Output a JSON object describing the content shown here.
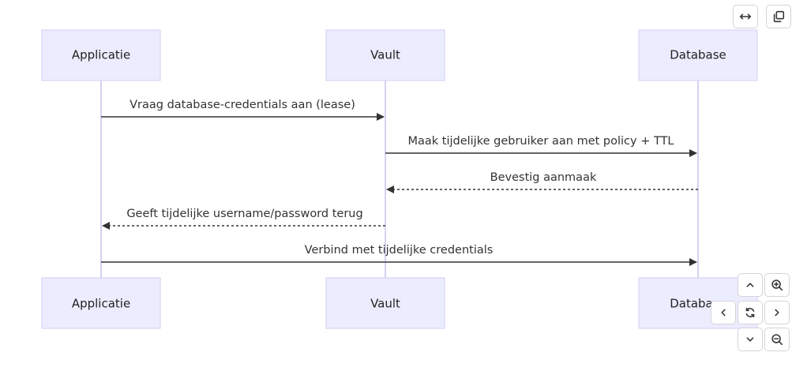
{
  "actors": [
    {
      "id": "app",
      "label": "Applicatie"
    },
    {
      "id": "vault",
      "label": "Vault"
    },
    {
      "id": "db",
      "label": "Database"
    }
  ],
  "messages": [
    {
      "from": "app",
      "to": "vault",
      "label": "Vraag database-credentials aan (lease)",
      "style": "solid"
    },
    {
      "from": "vault",
      "to": "db",
      "label": "Maak tijdelijke gebruiker aan met policy + TTL",
      "style": "solid"
    },
    {
      "from": "db",
      "to": "vault",
      "label": "Bevestig aanmaak",
      "style": "dashed"
    },
    {
      "from": "vault",
      "to": "app",
      "label": "Geeft tijdelijke username/password terug",
      "style": "dashed"
    },
    {
      "from": "app",
      "to": "db",
      "label": "Verbind met tijdelijke credentials",
      "style": "solid"
    }
  ],
  "controls": {
    "top": [
      "expand-horizontal-icon",
      "copy-icon"
    ],
    "nav": [
      "chevron-up-icon",
      "zoom-in-icon",
      "chevron-left-icon",
      "reset-icon",
      "chevron-right-icon",
      "chevron-down-icon",
      "zoom-out-icon"
    ]
  }
}
